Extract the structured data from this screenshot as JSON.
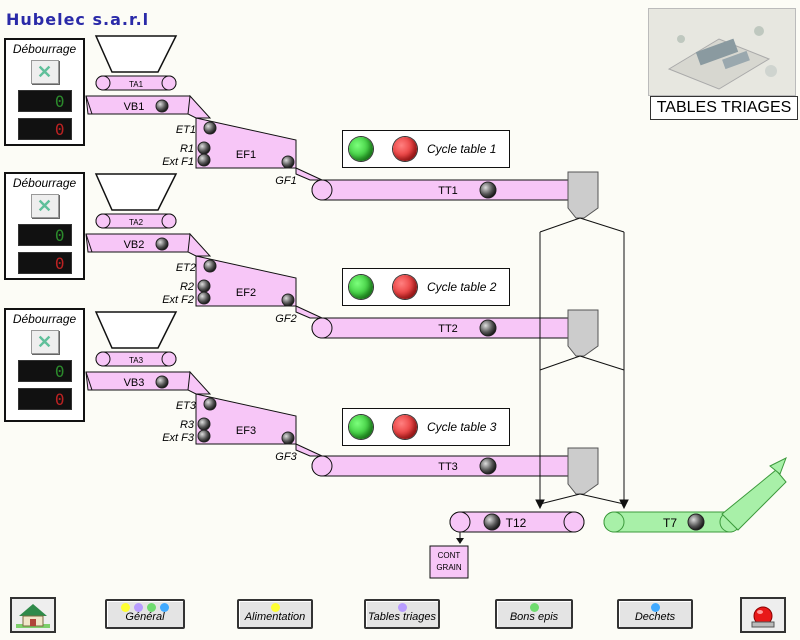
{
  "brand": "Hubelec s.a.r.l",
  "section_title": "TABLES TRIAGES",
  "debourrage": [
    {
      "title": "Débourrage",
      "green_value": "0",
      "red_value": "0"
    },
    {
      "title": "Débourrage",
      "green_value": "0",
      "red_value": "0"
    },
    {
      "title": "Débourrage",
      "green_value": "0",
      "red_value": "0"
    }
  ],
  "cycles": [
    {
      "label": "Cycle table 1"
    },
    {
      "label": "Cycle table 2"
    },
    {
      "label": "Cycle table 3"
    }
  ],
  "lines": [
    {
      "ta": "TA1",
      "vb": "VB1",
      "et": "ET1",
      "r": "R1",
      "ext": "Ext F1",
      "ef": "EF1",
      "gf": "GF1",
      "tt": "TT1"
    },
    {
      "ta": "TA2",
      "vb": "VB2",
      "et": "ET2",
      "r": "R2",
      "ext": "Ext F2",
      "ef": "EF2",
      "gf": "GF2",
      "tt": "TT2"
    },
    {
      "ta": "TA3",
      "vb": "VB3",
      "et": "ET3",
      "r": "R3",
      "ext": "Ext F3",
      "ef": "EF3",
      "gf": "GF3",
      "tt": "TT3"
    }
  ],
  "t12": "T12",
  "t7": "T7",
  "container": {
    "line1": "CONT",
    "line2": "GRAIN"
  },
  "nav": [
    {
      "label": "Général",
      "dots": [
        "#ffff33",
        "#b89cff",
        "#6fdc6f",
        "#3fa9ff"
      ]
    },
    {
      "label": "Alimentation",
      "dots": [
        "#ffff33"
      ]
    },
    {
      "label": "Tables triages",
      "dots": [
        "#b89cff"
      ]
    },
    {
      "label": "Bons epis",
      "dots": [
        "#6fdc6f"
      ]
    },
    {
      "label": "Dechets",
      "dots": [
        "#3fa9ff"
      ]
    }
  ],
  "colors": {
    "conveyor": "#f7c6f7",
    "conveyor_stroke": "#b04ab0",
    "t7": "#a8f0a8",
    "t7_stroke": "#3c9a3c"
  },
  "icons": {
    "home": "home-icon",
    "alarm": "alarm-light-icon",
    "close": "x-icon"
  }
}
